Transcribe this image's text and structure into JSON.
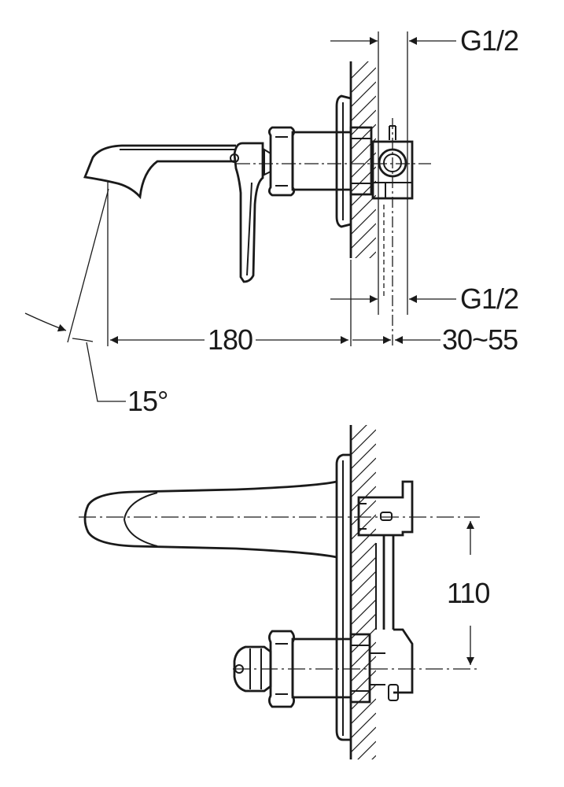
{
  "drawing": {
    "top_view": {
      "thread_top": "G1/2",
      "thread_bottom": "G1/2",
      "spout_length": "180",
      "wall_depth": "30~55",
      "angle": "15°"
    },
    "front_view": {
      "center_distance": "110"
    }
  }
}
